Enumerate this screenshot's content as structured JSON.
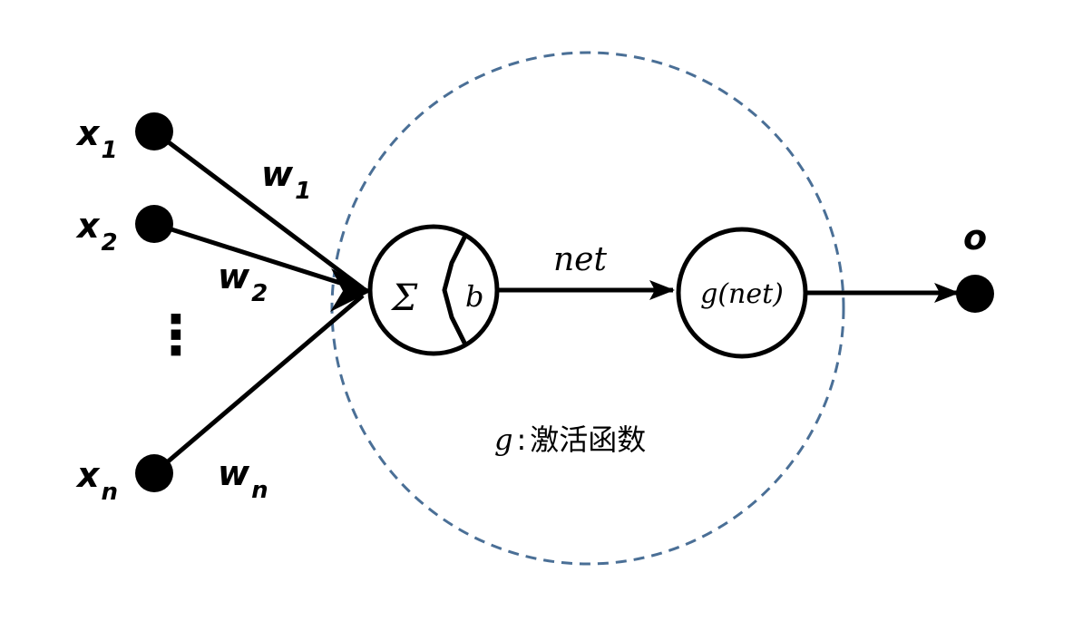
{
  "inputs": [
    {
      "base": "x",
      "sub": "1"
    },
    {
      "base": "x",
      "sub": "2"
    },
    {
      "base": "x",
      "sub": "n"
    }
  ],
  "weights": [
    {
      "base": "w",
      "sub": "1"
    },
    {
      "base": "w",
      "sub": "2"
    },
    {
      "base": "w",
      "sub": "n"
    }
  ],
  "ellipsis": "⋮",
  "summation": {
    "symbol": "Σ",
    "bias": "b"
  },
  "net_label": "net",
  "activation_node": "g(net)",
  "output_label": "o",
  "activation_note": {
    "var": "g",
    "colon": ":",
    "text": "激活函数"
  },
  "colors": {
    "stroke": "#000000",
    "dashed_circle": "#4a6f96",
    "background": "#ffffff"
  }
}
